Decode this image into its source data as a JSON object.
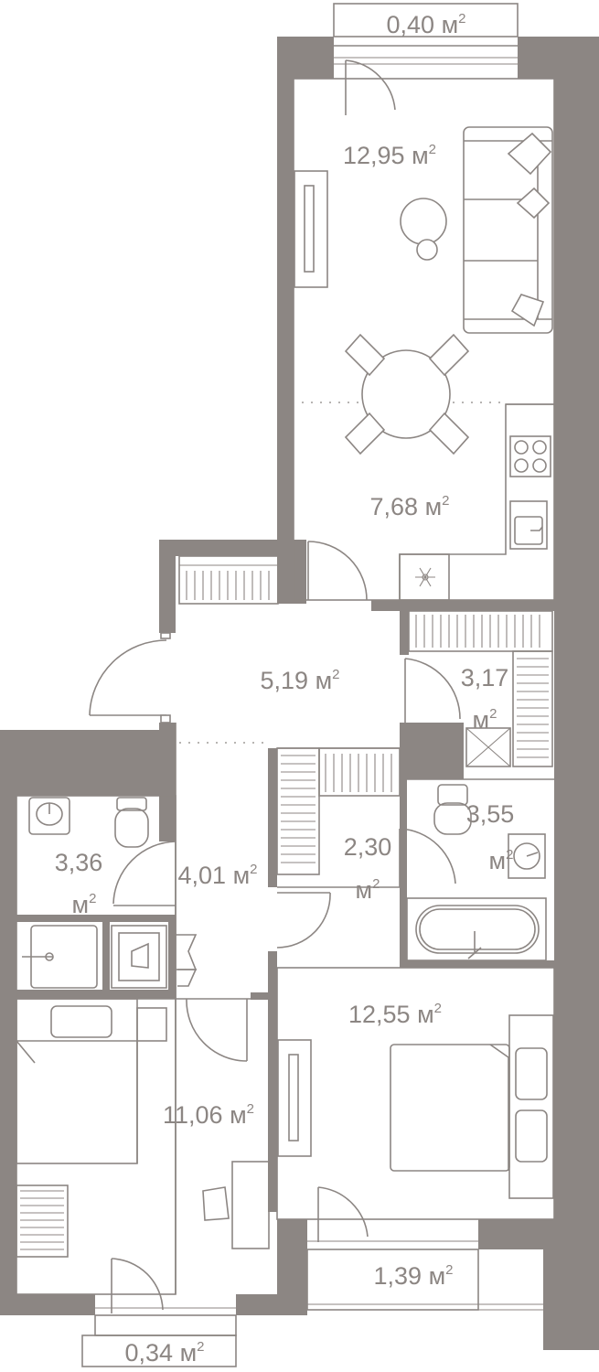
{
  "unit": "м",
  "unit_power": "2",
  "rooms": {
    "balcony_top": "0,40",
    "living": "12,95",
    "kitchen": "7,68",
    "hall": "5,19",
    "storage": "3,17",
    "bath_right": "3,55",
    "corridor": "2,30",
    "bath_left": "3,36",
    "corridor_left": "4,01",
    "bedroom_right": "12,55",
    "bedroom_left": "11,06",
    "balcony_bottom": "1,39",
    "balcony_small": "0,34"
  },
  "icons": {
    "fridge": "snowflake-icon"
  },
  "colors": {
    "wall": "#8c8683",
    "background": "#ffffff"
  }
}
